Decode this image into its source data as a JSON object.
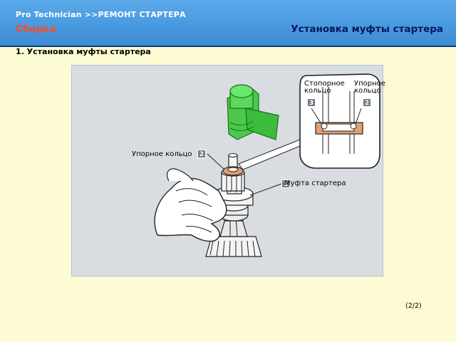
{
  "header": {
    "breadcrumb": "Pro  Technician >>РЕМОНТ СТАРТЕРА",
    "section": "Сборка",
    "subject": "Установка муфты стартера"
  },
  "step_title": "1. Установка муфты стартера",
  "callouts": {
    "thrust_ring": {
      "label": "Упорное кольцо",
      "num": "2"
    },
    "clutch": {
      "label": "Муфта стартера",
      "num": "1"
    },
    "inset_snap_ring": {
      "label": "Стопорное кольцо",
      "num": "3"
    },
    "inset_thrust_ring": {
      "label": "Упорное кольцо",
      "num": "2"
    }
  },
  "colors": {
    "header_blue": "#4b9be0",
    "section_red": "#ff4a1c",
    "subject_navy": "#07175e",
    "tool_green": "#4cc94c",
    "ring_orange": "#e4a070"
  },
  "page_indicator": "(2/2)"
}
